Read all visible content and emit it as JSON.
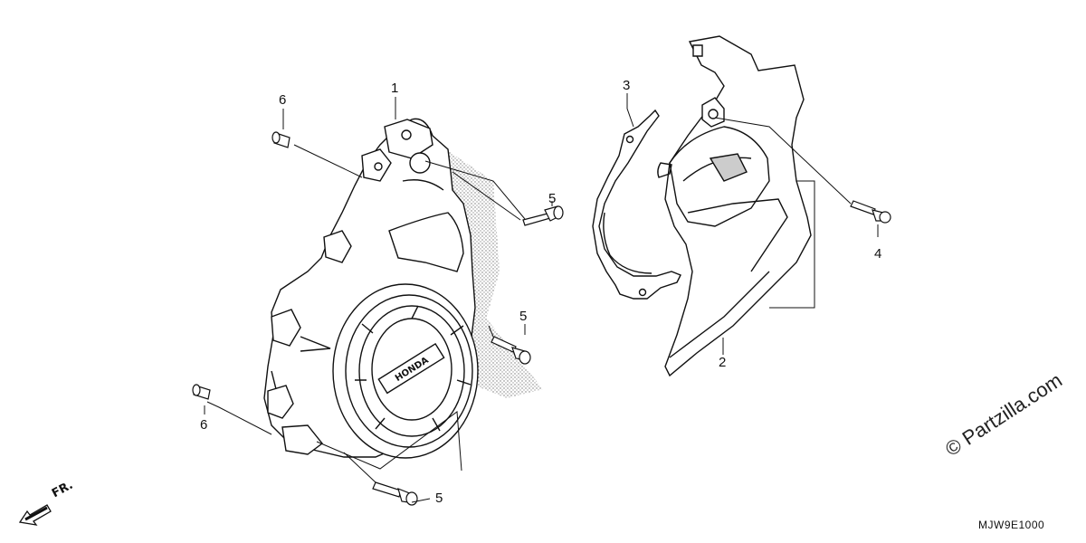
{
  "callouts": {
    "c1": "1",
    "c2": "2",
    "c3": "3",
    "c4": "4",
    "c5a": "5",
    "c5b": "5",
    "c5c": "5",
    "c6a": "6",
    "c6b": "6"
  },
  "direction_label": "FR.",
  "diagram_code": "MJW9E1000",
  "watermark": "© Partzilla.com"
}
